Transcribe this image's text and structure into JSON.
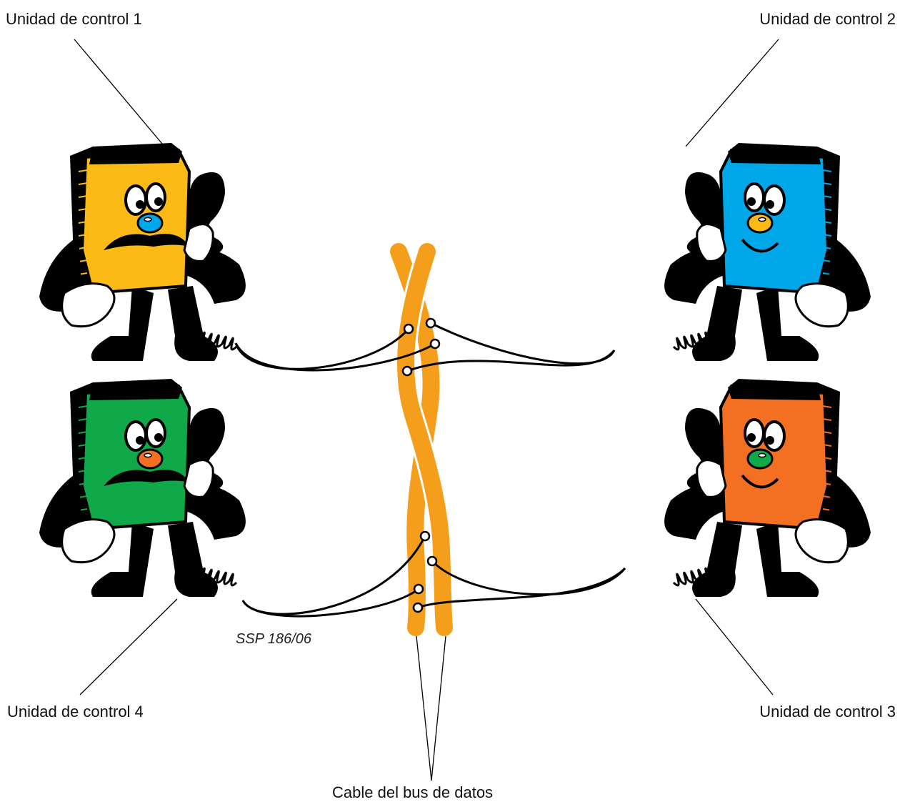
{
  "labels": {
    "unit1": "Unidad de control 1",
    "unit2": "Unidad de control 2",
    "unit3": "Unidad de control 3",
    "unit4": "Unidad de control 4",
    "bus": "Cable del bus de datos"
  },
  "reference": "SSP 186/06",
  "colors": {
    "unit1": "#FBBA16",
    "unit2": "#00A7E8",
    "unit3": "#F36F21",
    "unit4": "#0FA94A",
    "bus": "#F49E1C",
    "outline": "#000000"
  },
  "units": [
    {
      "id": "unit1",
      "body": "#FBBA16",
      "nose": "#00A7E8",
      "handset_side": "right",
      "mustache": true
    },
    {
      "id": "unit2",
      "body": "#00A7E8",
      "nose": "#FBBA16",
      "handset_side": "left",
      "mustache": false
    },
    {
      "id": "unit3",
      "body": "#F36F21",
      "nose": "#0FA94A",
      "handset_side": "left",
      "mustache": false
    },
    {
      "id": "unit4",
      "body": "#0FA94A",
      "nose": "#F36F21",
      "handset_side": "right",
      "mustache": true
    }
  ]
}
